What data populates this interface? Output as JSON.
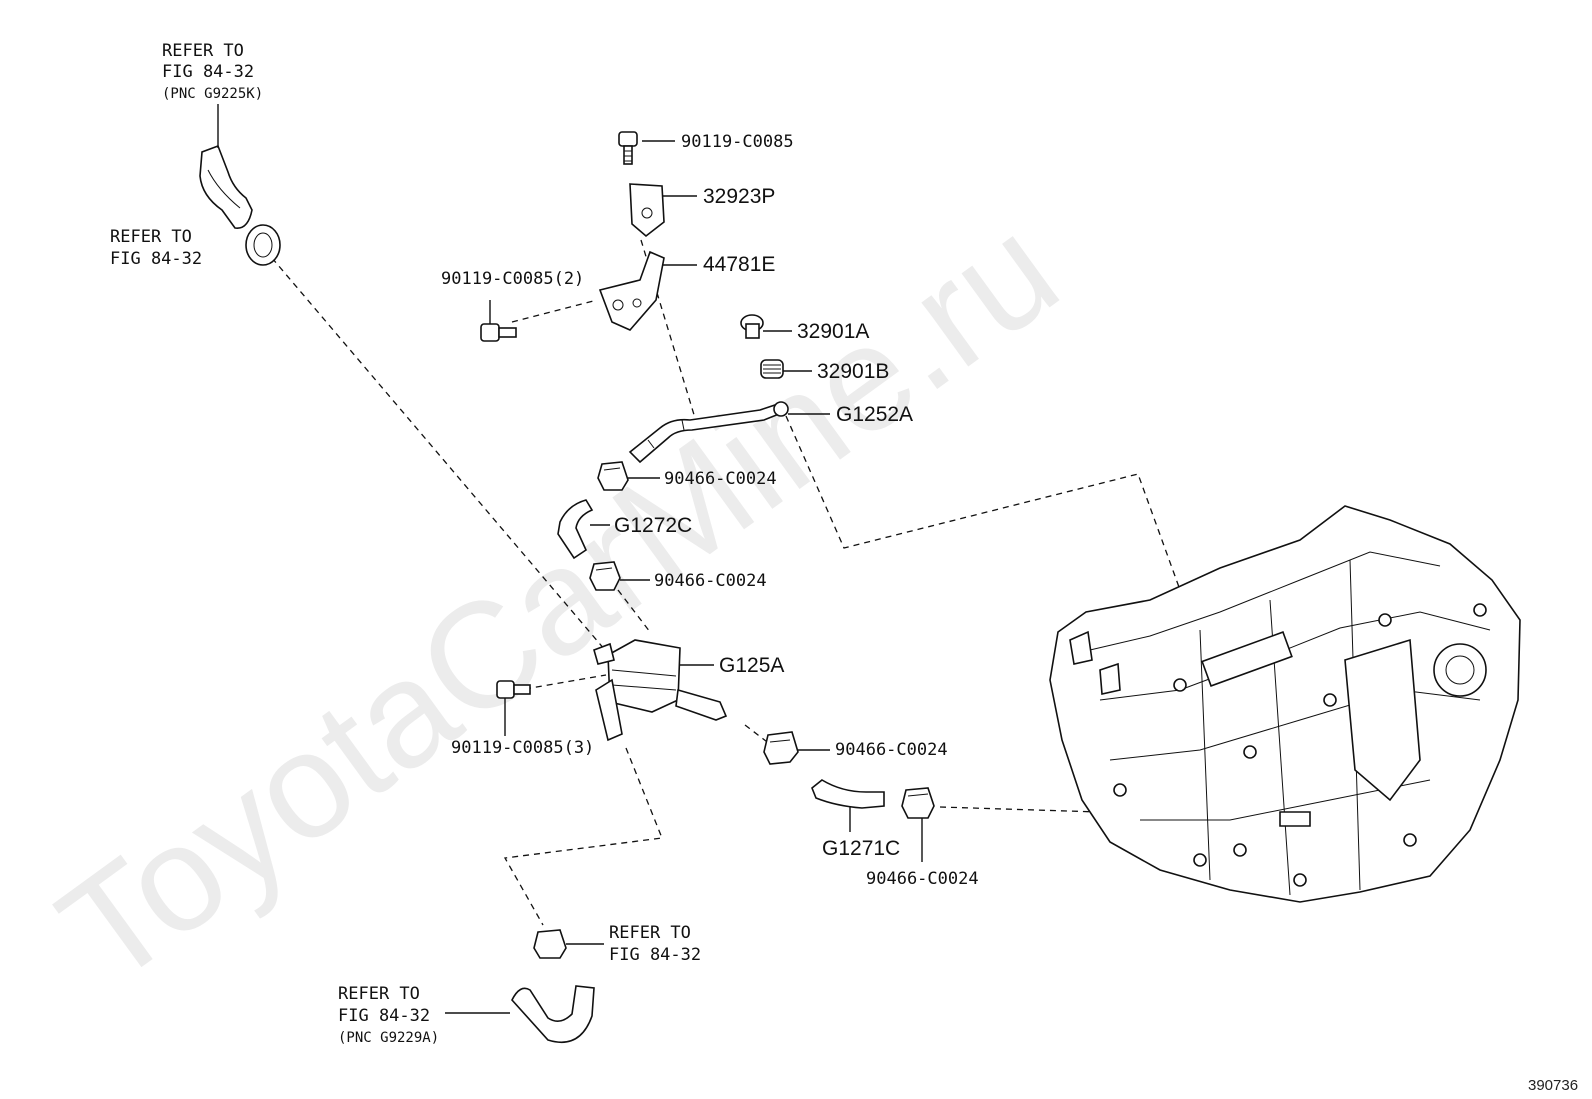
{
  "watermark": "ToyotaCarMine.ru",
  "figure_id": "390736",
  "refer_labels": {
    "top_hose": {
      "line1": "REFER TO",
      "line2": "FIG 84-32",
      "line3": "(PNC G9225K)"
    },
    "top_clamp": {
      "line1": "REFER TO",
      "line2": "FIG 84-32"
    },
    "bottom_clamp": {
      "line1": "REFER TO",
      "line2": "FIG 84-32"
    },
    "bottom_hose": {
      "line1": "REFER TO",
      "line2": "FIG 84-32",
      "line3": "(PNC G9229A)"
    }
  },
  "part_labels": {
    "bolt_top": "90119-C0085",
    "bracket_32923P": "32923P",
    "bracket_44781E": "44781E",
    "bolt_x2": "90119-C0085(2)",
    "plug_32901A": "32901A",
    "plug_32901B": "32901B",
    "pipe_G1252A": "G1252A",
    "clamp_1": "90466-C0024",
    "hose_G1272C": "G1272C",
    "clamp_2": "90466-C0024",
    "cooler_G125A": "G125A",
    "bolt_x3": "90119-C0085(3)",
    "clamp_3": "90466-C0024",
    "hose_G1271C": "G1271C",
    "clamp_4": "90466-C0024"
  }
}
